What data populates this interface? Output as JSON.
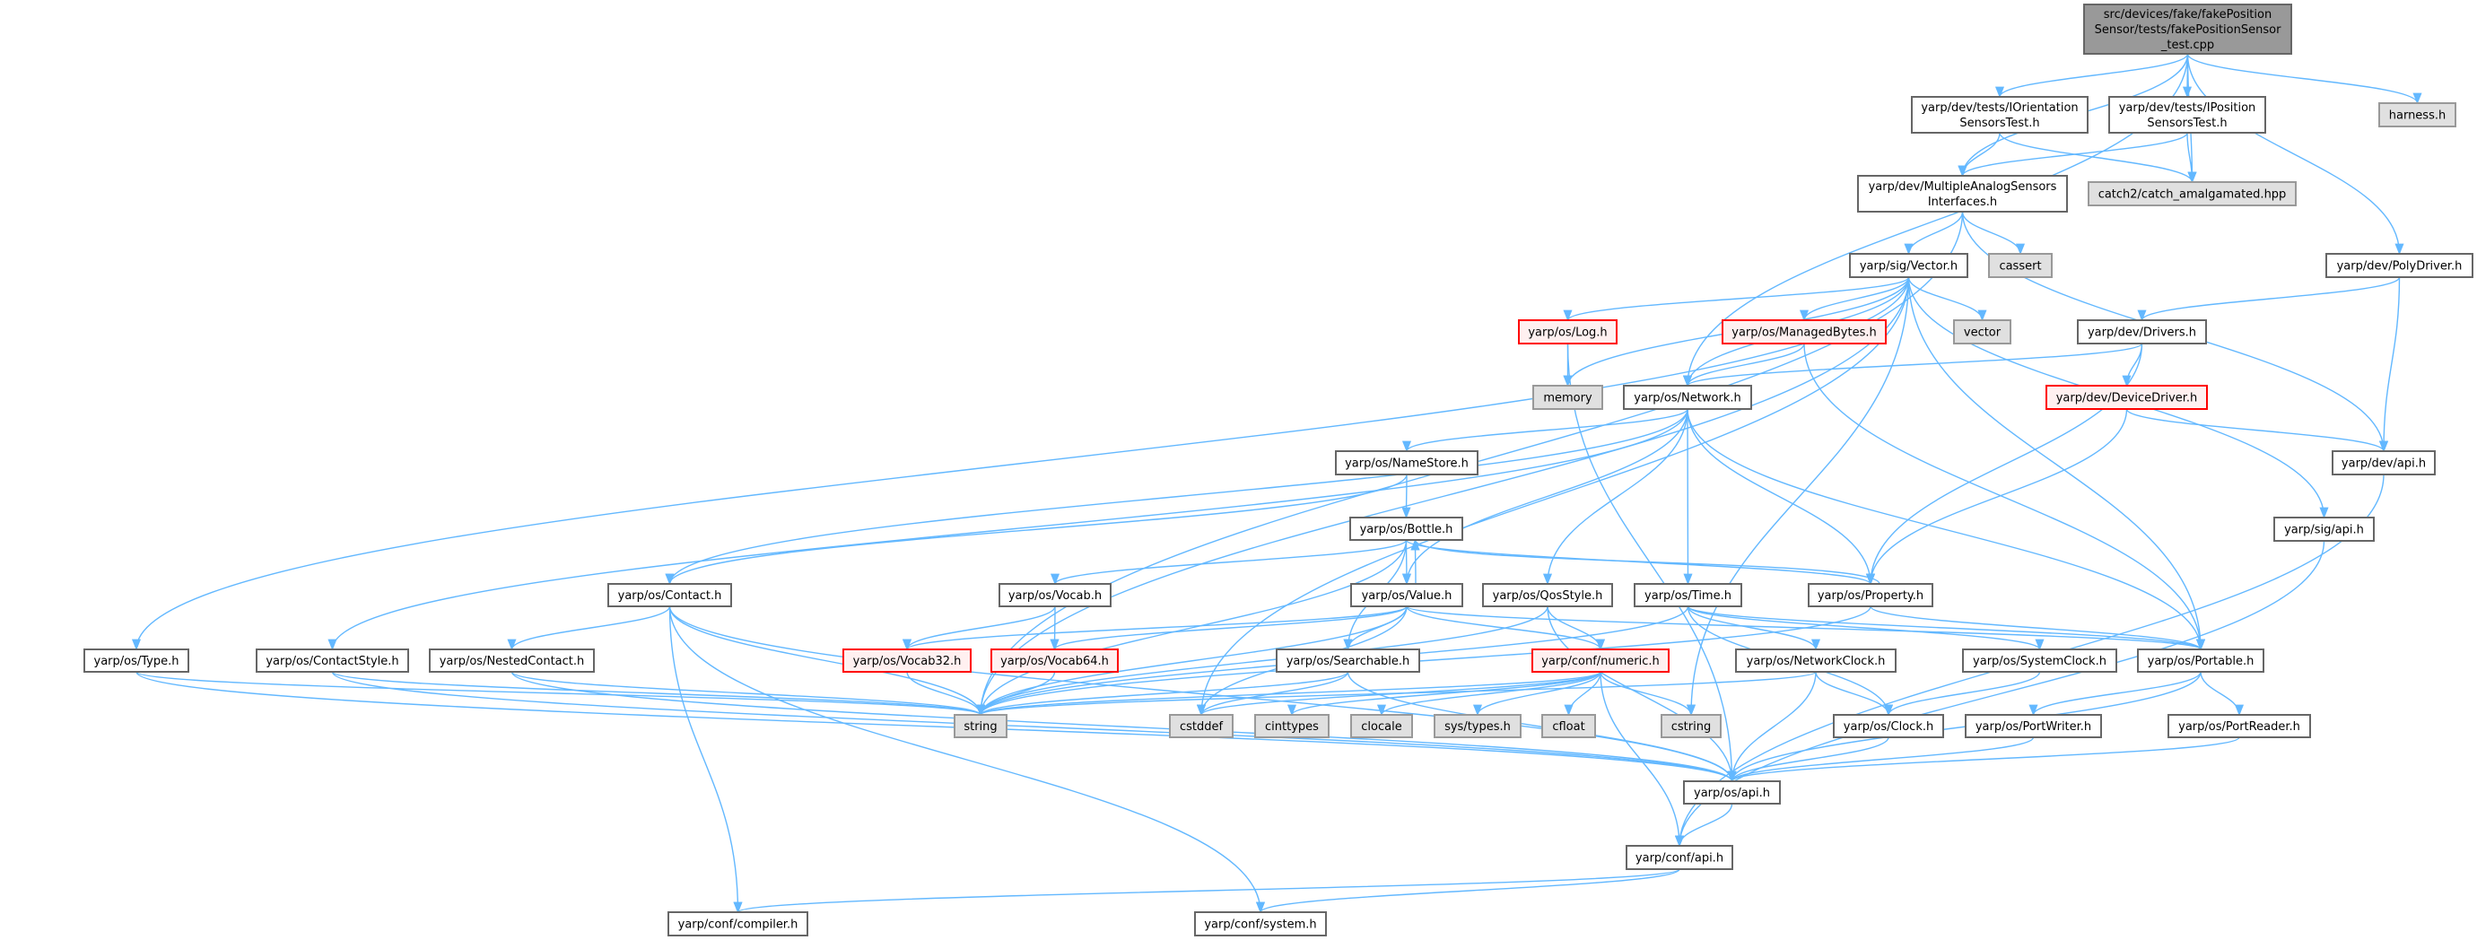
{
  "graph": {
    "title": "src/devices/fake/fakePositionSensor/tests/fakePositionSensor_test.cpp",
    "colors": {
      "edge": "#63b8ff",
      "main_fill": "#999999",
      "missing_fill": "#e0e0e0",
      "truncated_border": "#ff0000"
    },
    "nodes": [
      {
        "id": "main",
        "kind": "main",
        "lines": [
          "src/devices/fake/fakePosition",
          "Sensor/tests/fakePositionSensor",
          "_test.cpp"
        ]
      },
      {
        "id": "iori",
        "kind": "normal",
        "lines": [
          "yarp/dev/tests/IOrientation",
          "SensorsTest.h"
        ]
      },
      {
        "id": "ipos",
        "kind": "normal",
        "lines": [
          "yarp/dev/tests/IPosition",
          "SensorsTest.h"
        ]
      },
      {
        "id": "harness",
        "kind": "gray",
        "lines": [
          "harness.h"
        ]
      },
      {
        "id": "mas",
        "kind": "normal",
        "lines": [
          "yarp/dev/MultipleAnalogSensors",
          "Interfaces.h"
        ]
      },
      {
        "id": "catch2",
        "kind": "gray",
        "lines": [
          "catch2/catch_amalgamated.hpp"
        ]
      },
      {
        "id": "cassert",
        "kind": "gray",
        "lines": [
          "cassert"
        ]
      },
      {
        "id": "vector_h",
        "kind": "normal",
        "lines": [
          "yarp/sig/Vector.h"
        ]
      },
      {
        "id": "polydriver",
        "kind": "normal",
        "lines": [
          "yarp/dev/PolyDriver.h"
        ]
      },
      {
        "id": "log",
        "kind": "red",
        "lines": [
          "yarp/os/Log.h"
        ]
      },
      {
        "id": "managedbytes",
        "kind": "red",
        "lines": [
          "yarp/os/ManagedBytes.h"
        ]
      },
      {
        "id": "vector",
        "kind": "gray",
        "lines": [
          "vector"
        ]
      },
      {
        "id": "drivers",
        "kind": "normal",
        "lines": [
          "yarp/dev/Drivers.h"
        ]
      },
      {
        "id": "memory",
        "kind": "gray",
        "lines": [
          "memory"
        ]
      },
      {
        "id": "network",
        "kind": "normal",
        "lines": [
          "yarp/os/Network.h"
        ]
      },
      {
        "id": "devicedriver",
        "kind": "red",
        "lines": [
          "yarp/dev/DeviceDriver.h"
        ]
      },
      {
        "id": "namestore",
        "kind": "normal",
        "lines": [
          "yarp/os/NameStore.h"
        ]
      },
      {
        "id": "devapi",
        "kind": "normal",
        "lines": [
          "yarp/dev/api.h"
        ]
      },
      {
        "id": "bottle",
        "kind": "normal",
        "lines": [
          "yarp/os/Bottle.h"
        ]
      },
      {
        "id": "sigapi",
        "kind": "normal",
        "lines": [
          "yarp/sig/api.h"
        ]
      },
      {
        "id": "contact",
        "kind": "normal",
        "lines": [
          "yarp/os/Contact.h"
        ]
      },
      {
        "id": "vocab",
        "kind": "normal",
        "lines": [
          "yarp/os/Vocab.h"
        ]
      },
      {
        "id": "value",
        "kind": "normal",
        "lines": [
          "yarp/os/Value.h"
        ]
      },
      {
        "id": "qosstyle",
        "kind": "normal",
        "lines": [
          "yarp/os/QosStyle.h"
        ]
      },
      {
        "id": "time",
        "kind": "normal",
        "lines": [
          "yarp/os/Time.h"
        ]
      },
      {
        "id": "property",
        "kind": "normal",
        "lines": [
          "yarp/os/Property.h"
        ]
      },
      {
        "id": "type",
        "kind": "normal",
        "lines": [
          "yarp/os/Type.h"
        ]
      },
      {
        "id": "contactstyle",
        "kind": "normal",
        "lines": [
          "yarp/os/ContactStyle.h"
        ]
      },
      {
        "id": "nestedcontact",
        "kind": "normal",
        "lines": [
          "yarp/os/NestedContact.h"
        ]
      },
      {
        "id": "vocab32",
        "kind": "red",
        "lines": [
          "yarp/os/Vocab32.h"
        ]
      },
      {
        "id": "vocab64",
        "kind": "red",
        "lines": [
          "yarp/os/Vocab64.h"
        ]
      },
      {
        "id": "searchable",
        "kind": "normal",
        "lines": [
          "yarp/os/Searchable.h"
        ]
      },
      {
        "id": "numeric",
        "kind": "red",
        "lines": [
          "yarp/conf/numeric.h"
        ]
      },
      {
        "id": "networkclock",
        "kind": "normal",
        "lines": [
          "yarp/os/NetworkClock.h"
        ]
      },
      {
        "id": "systemclock",
        "kind": "normal",
        "lines": [
          "yarp/os/SystemClock.h"
        ]
      },
      {
        "id": "portable",
        "kind": "normal",
        "lines": [
          "yarp/os/Portable.h"
        ]
      },
      {
        "id": "string",
        "kind": "gray",
        "lines": [
          "string"
        ]
      },
      {
        "id": "cstddef",
        "kind": "gray",
        "lines": [
          "cstddef"
        ]
      },
      {
        "id": "cinttypes",
        "kind": "gray",
        "lines": [
          "cinttypes"
        ]
      },
      {
        "id": "clocale",
        "kind": "gray",
        "lines": [
          "clocale"
        ]
      },
      {
        "id": "systypes",
        "kind": "gray",
        "lines": [
          "sys/types.h"
        ]
      },
      {
        "id": "cfloat",
        "kind": "gray",
        "lines": [
          "cfloat"
        ]
      },
      {
        "id": "cstring",
        "kind": "gray",
        "lines": [
          "cstring"
        ]
      },
      {
        "id": "clock",
        "kind": "normal",
        "lines": [
          "yarp/os/Clock.h"
        ]
      },
      {
        "id": "portwriter",
        "kind": "normal",
        "lines": [
          "yarp/os/PortWriter.h"
        ]
      },
      {
        "id": "portreader",
        "kind": "normal",
        "lines": [
          "yarp/os/PortReader.h"
        ]
      },
      {
        "id": "osapi",
        "kind": "normal",
        "lines": [
          "yarp/os/api.h"
        ]
      },
      {
        "id": "confapi",
        "kind": "normal",
        "lines": [
          "yarp/conf/api.h"
        ]
      },
      {
        "id": "compiler",
        "kind": "normal",
        "lines": [
          "yarp/conf/compiler.h"
        ]
      },
      {
        "id": "system",
        "kind": "normal",
        "lines": [
          "yarp/conf/system.h"
        ]
      }
    ],
    "edges": [
      [
        "main",
        "network"
      ],
      [
        "main",
        "mas"
      ],
      [
        "main",
        "iori"
      ],
      [
        "main",
        "ipos"
      ],
      [
        "main",
        "catch2"
      ],
      [
        "main",
        "polydriver"
      ],
      [
        "main",
        "harness"
      ],
      [
        "iori",
        "mas"
      ],
      [
        "iori",
        "catch2"
      ],
      [
        "ipos",
        "mas"
      ],
      [
        "ipos",
        "catch2"
      ],
      [
        "mas",
        "string"
      ],
      [
        "mas",
        "vector_h"
      ],
      [
        "mas",
        "cassert"
      ],
      [
        "mas",
        "devapi"
      ],
      [
        "vector_h",
        "type"
      ],
      [
        "vector_h",
        "string"
      ],
      [
        "vector_h",
        "cstddef"
      ],
      [
        "vector_h",
        "log"
      ],
      [
        "vector_h",
        "managedbytes"
      ],
      [
        "vector_h",
        "vector"
      ],
      [
        "vector_h",
        "network"
      ],
      [
        "vector_h",
        "portable"
      ],
      [
        "vector_h",
        "sigapi"
      ],
      [
        "vector_h",
        "cstring"
      ],
      [
        "vector_h",
        "memory"
      ],
      [
        "log",
        "memory"
      ],
      [
        "log",
        "osapi"
      ],
      [
        "managedbytes",
        "network"
      ],
      [
        "managedbytes",
        "portable"
      ],
      [
        "polydriver",
        "drivers"
      ],
      [
        "polydriver",
        "devapi"
      ],
      [
        "drivers",
        "network"
      ],
      [
        "drivers",
        "devicedriver"
      ],
      [
        "drivers",
        "property"
      ],
      [
        "devicedriver",
        "devapi"
      ],
      [
        "devicedriver",
        "property"
      ],
      [
        "network",
        "namestore"
      ],
      [
        "network",
        "contact"
      ],
      [
        "network",
        "contactstyle"
      ],
      [
        "network",
        "value"
      ],
      [
        "network",
        "qosstyle"
      ],
      [
        "network",
        "time"
      ],
      [
        "network",
        "property"
      ],
      [
        "network",
        "portable"
      ],
      [
        "namestore",
        "bottle"
      ],
      [
        "namestore",
        "contact"
      ],
      [
        "bottle",
        "value"
      ],
      [
        "bottle",
        "property"
      ],
      [
        "bottle",
        "searchable"
      ],
      [
        "bottle",
        "vocab"
      ],
      [
        "bottle",
        "string"
      ],
      [
        "value",
        "bottle"
      ],
      [
        "value",
        "string"
      ],
      [
        "value",
        "vocab32"
      ],
      [
        "value",
        "vocab64"
      ],
      [
        "value",
        "searchable"
      ],
      [
        "value",
        "numeric"
      ],
      [
        "value",
        "cstddef"
      ],
      [
        "value",
        "portable"
      ],
      [
        "property",
        "bottle"
      ],
      [
        "property",
        "portable"
      ],
      [
        "property",
        "string"
      ],
      [
        "qosstyle",
        "numeric"
      ],
      [
        "qosstyle",
        "osapi"
      ],
      [
        "qosstyle",
        "string"
      ],
      [
        "time",
        "networkclock"
      ],
      [
        "time",
        "systemclock"
      ],
      [
        "time",
        "clock"
      ],
      [
        "time",
        "string"
      ],
      [
        "time",
        "portable"
      ],
      [
        "contact",
        "nestedcontact"
      ],
      [
        "contact",
        "string"
      ],
      [
        "contact",
        "compiler"
      ],
      [
        "contact",
        "system"
      ],
      [
        "contact",
        "osapi"
      ],
      [
        "type",
        "string"
      ],
      [
        "type",
        "osapi"
      ],
      [
        "contactstyle",
        "string"
      ],
      [
        "contactstyle",
        "osapi"
      ],
      [
        "nestedcontact",
        "string"
      ],
      [
        "nestedcontact",
        "osapi"
      ],
      [
        "vocab",
        "vocab32"
      ],
      [
        "vocab",
        "vocab64"
      ],
      [
        "vocab32",
        "string"
      ],
      [
        "vocab64",
        "string"
      ],
      [
        "searchable",
        "string"
      ],
      [
        "searchable",
        "cstddef"
      ],
      [
        "searchable",
        "osapi"
      ],
      [
        "numeric",
        "string"
      ],
      [
        "numeric",
        "cstddef"
      ],
      [
        "numeric",
        "cinttypes"
      ],
      [
        "numeric",
        "clocale"
      ],
      [
        "numeric",
        "systypes"
      ],
      [
        "numeric",
        "cfloat"
      ],
      [
        "numeric",
        "cstring"
      ],
      [
        "numeric",
        "confapi"
      ],
      [
        "networkclock",
        "clock"
      ],
      [
        "networkclock",
        "osapi"
      ],
      [
        "networkclock",
        "string"
      ],
      [
        "systemclock",
        "clock"
      ],
      [
        "portable",
        "portwriter"
      ],
      [
        "portable",
        "portreader"
      ],
      [
        "portable",
        "osapi"
      ],
      [
        "clock",
        "osapi"
      ],
      [
        "portwriter",
        "osapi"
      ],
      [
        "portreader",
        "osapi"
      ],
      [
        "osapi",
        "confapi"
      ],
      [
        "confapi",
        "compiler"
      ],
      [
        "confapi",
        "system"
      ],
      [
        "sigapi",
        "confapi"
      ],
      [
        "devapi",
        "confapi"
      ]
    ]
  }
}
